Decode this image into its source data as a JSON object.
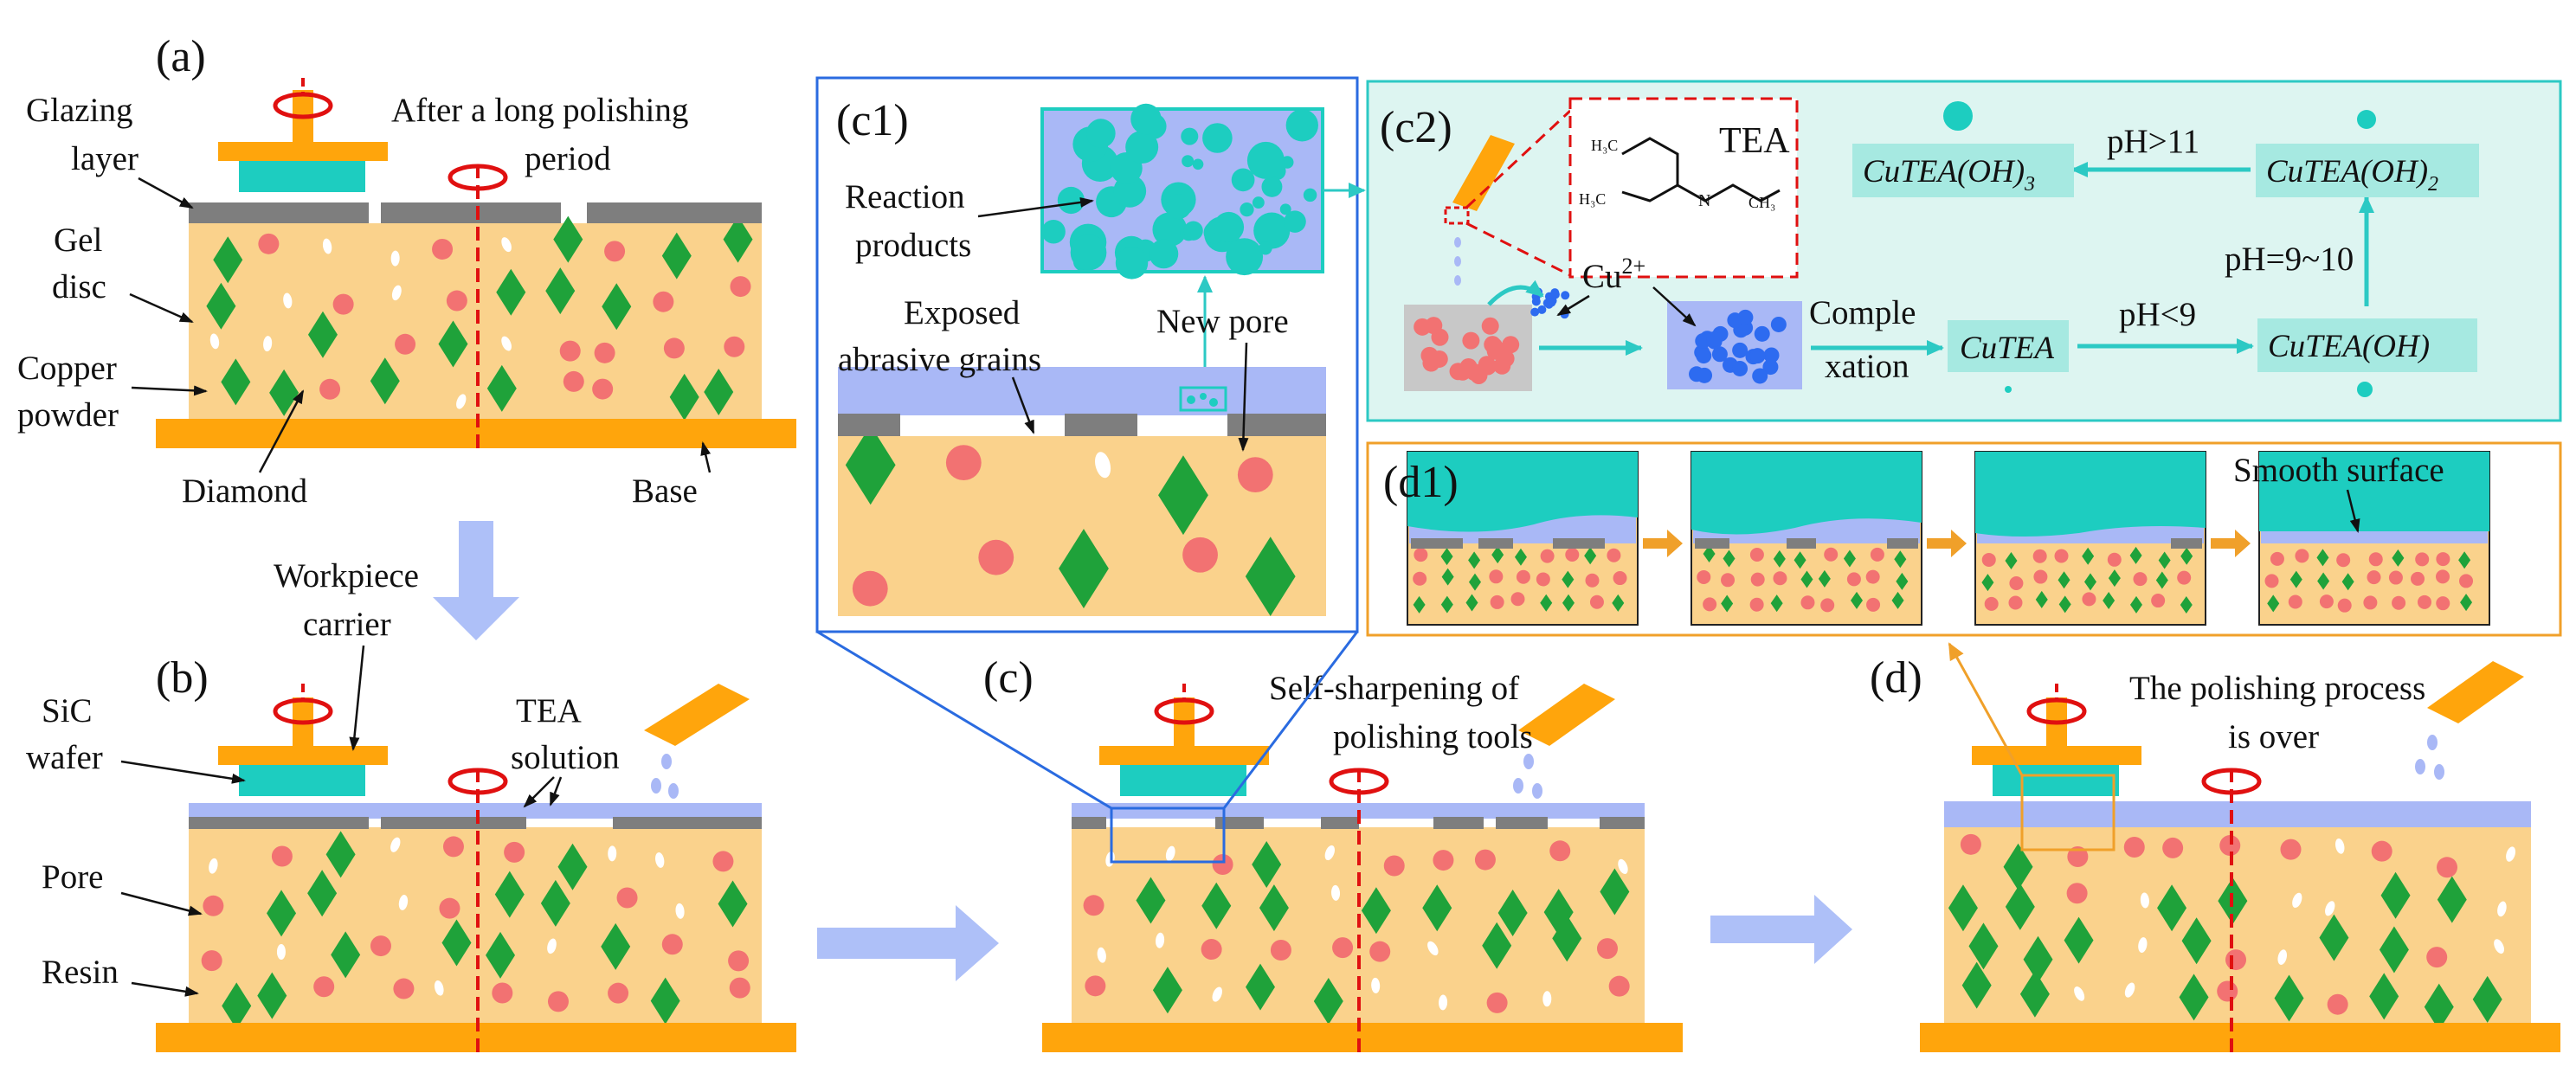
{
  "colors": {
    "resin": "#FAD28C",
    "diamond": "#1FA23A",
    "copper": "#F27272",
    "pore": "#FFFFFF",
    "glaze": "#7E7E7E",
    "base": "#FFA50C",
    "wafer": "#1DCDC0",
    "solution": "#A9B8F6",
    "axis": "#E01010",
    "panel_c2_bg": "#DDF5F1",
    "panel_c2_border": "#2CC9C4",
    "panel_d1_border": "#F0A02A",
    "panel_c1_border": "#2A6BE0",
    "arrow": "#AEC0F8"
  },
  "panel_a": {
    "tag": "(a)",
    "glazing_label_1": "Glazing",
    "glazing_label_2": "layer",
    "after_label_1": "After a long polishing",
    "after_label_2": "period",
    "gel_label_1": "Gel",
    "gel_label_2": "disc",
    "copper_label_1": "Copper",
    "copper_label_2": "powder",
    "diamond_label": "Diamond",
    "base_label": "Base"
  },
  "panel_b": {
    "tag": "(b)",
    "carrier_label_1": "Workpiece",
    "carrier_label_2": "carrier",
    "wafer_label_1": "SiC",
    "wafer_label_2": "wafer",
    "tea_label_1": "TEA",
    "tea_label_2": "solution",
    "pore_label": "Pore",
    "resin_label": "Resin"
  },
  "panel_c": {
    "tag": "(c)",
    "label_1": "Self-sharpening of",
    "label_2": "polishing tools"
  },
  "panel_d": {
    "tag": "(d)",
    "label_1": "The polishing process",
    "label_2": "is over"
  },
  "panel_c1": {
    "tag": "(c1)",
    "reaction_label_1": "Reaction",
    "reaction_label_2": "products",
    "exposed_label_1": "Exposed",
    "exposed_label_2": "abrasive grains",
    "pore_label": "New pore"
  },
  "panel_c2": {
    "tag": "(c2)",
    "tea": "TEA",
    "h3c_1": "H₃C",
    "h3c_2": "H₃C",
    "ch3": "CH₃",
    "n": "N",
    "cu_ion": "Cu",
    "cu_charge": "2+",
    "complex_label_1": "Comple",
    "complex_label_2": "xation",
    "cutea": "CuTEA",
    "cutea_oh": "CuTEA(OH)",
    "cutea_oh2": "CuTEA(OH)",
    "cutea_oh2_sub": "2",
    "cutea_oh3": "CuTEA(OH)",
    "cutea_oh3_sub": "3",
    "ph_lt9": "pH<9",
    "ph_9_10": "pH=9~10",
    "ph_gt11": "pH>11"
  },
  "panel_d1": {
    "tag": "(d1)",
    "smooth_label": "Smooth surface"
  }
}
